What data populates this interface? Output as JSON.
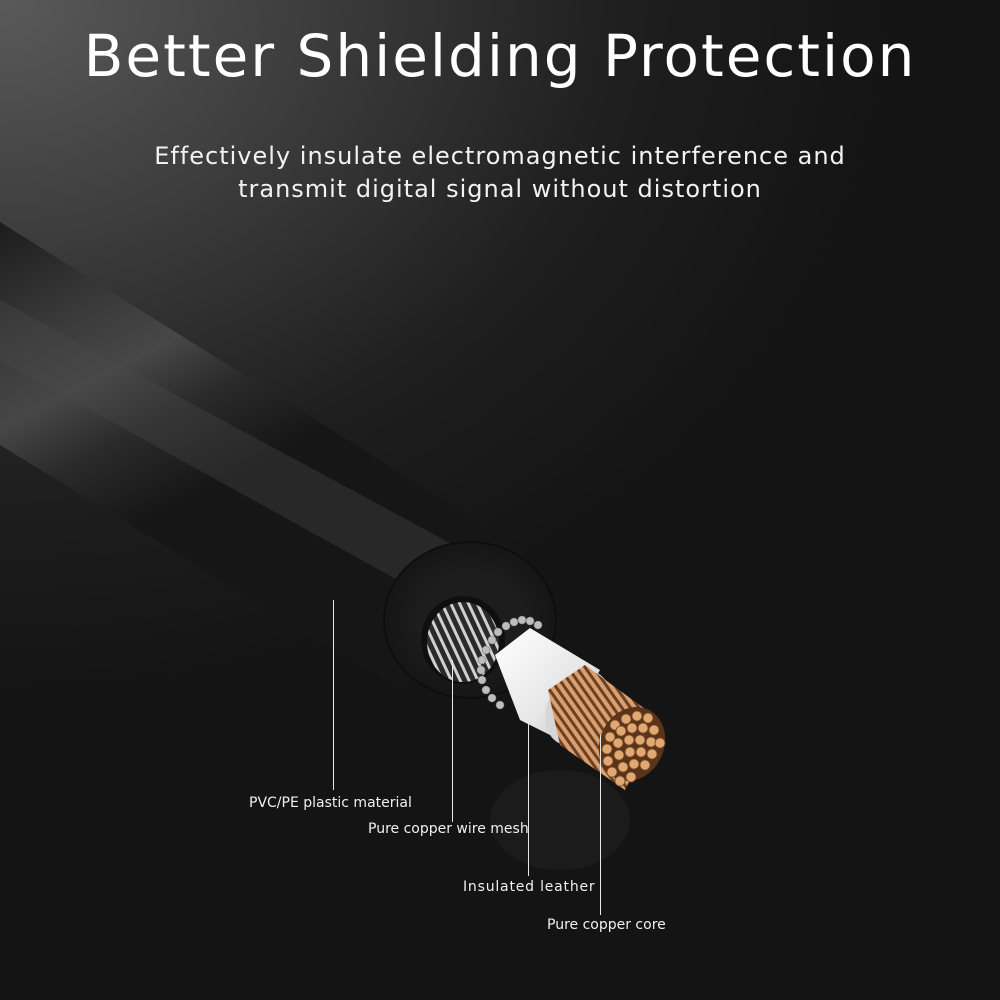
{
  "header": {
    "title": "Better Shielding Protection",
    "subtitle_line1": "Effectively insulate electromagnetic interference and",
    "subtitle_line2": "transmit digital signal without distortion"
  },
  "diagram": {
    "subject": "cable cross-section",
    "callouts": [
      {
        "label": "PVC/PE plastic material"
      },
      {
        "label": "Pure copper wire mesh"
      },
      {
        "label": "Insulated leather"
      },
      {
        "label": "Pure copper core"
      }
    ]
  },
  "colors": {
    "background": "#141414",
    "jacket": "#2e2e2e",
    "insulation": "#ececec",
    "shield": "#b5b5b5",
    "copper": "#d9a36b",
    "text": "#ffffff"
  }
}
